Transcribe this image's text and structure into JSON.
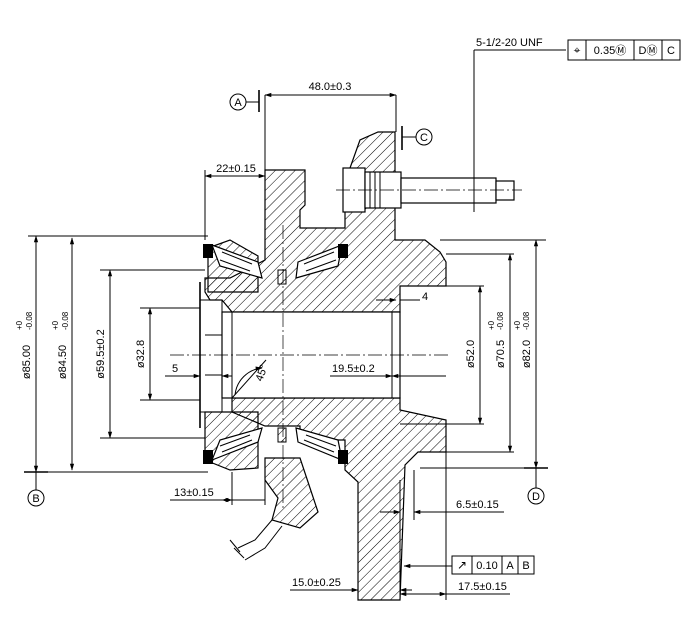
{
  "dimensions": {
    "d_48": "48.0±0.3",
    "d_22": "22±0.15",
    "d_4": "4",
    "d_phi52": "ø52.0",
    "d_phi70": "ø70.5",
    "d_phi82": "ø82.0",
    "d_phi85": "ø85.00",
    "d_phi845": "ø84.50",
    "d_phi595": "ø59.5±0.2",
    "d_phi328": "ø32.8",
    "d_5": "5",
    "d_45": "45°",
    "d_195": "19.5±0.2",
    "d_13": "13±0.15",
    "d_65": "6.5±0.15",
    "d_15": "15.0±0.25",
    "d_175": "17.5±0.15",
    "tol_plus": "+0",
    "tol_minus": "-0.08"
  },
  "thread": {
    "label": "5-1/2-20 UNF",
    "fcf": [
      "⌖",
      "0.35Ⓜ",
      "DⓂ",
      "C"
    ]
  },
  "runout": {
    "symbol": "↗",
    "value": "0.10",
    "datums": [
      "A",
      "B"
    ]
  },
  "datums": {
    "a": "A",
    "b": "B",
    "c": "C",
    "d": "D"
  }
}
